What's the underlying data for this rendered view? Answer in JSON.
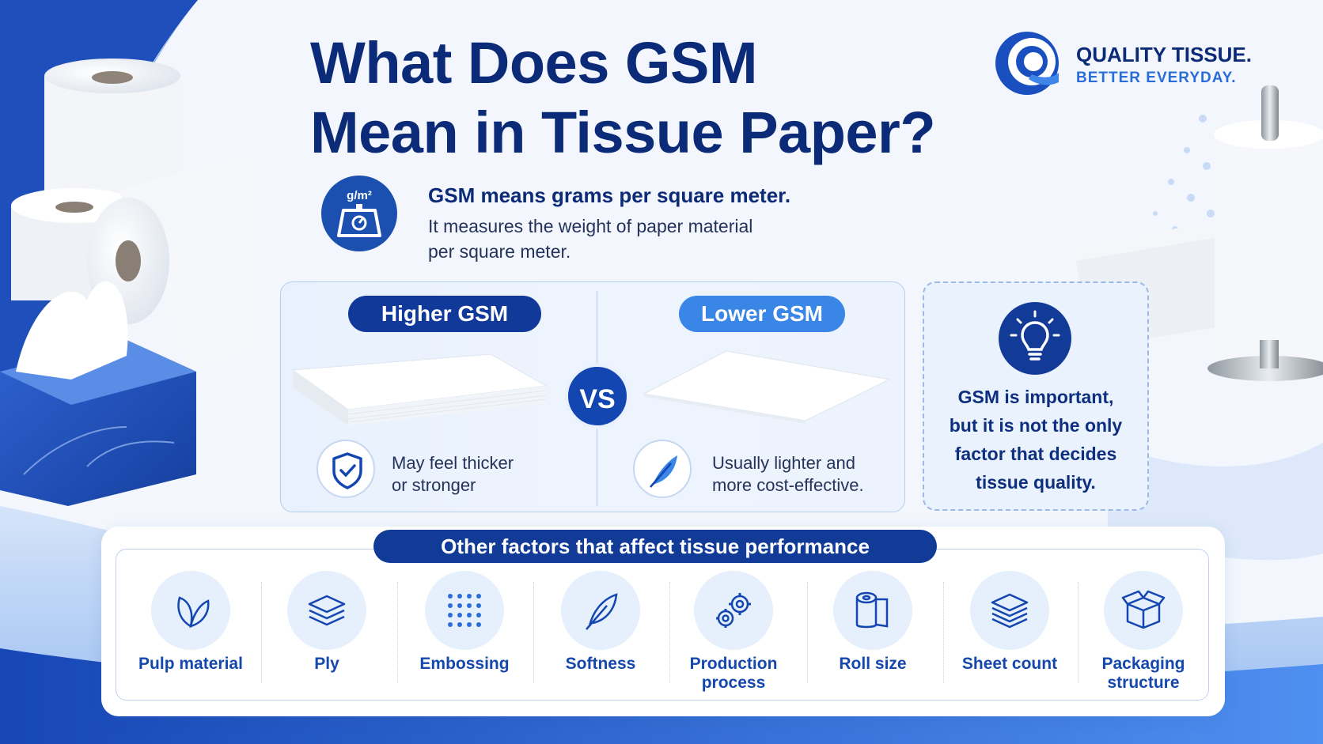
{
  "title": {
    "line1": "What Does GSM",
    "line2": "Mean in Tissue Paper?"
  },
  "brand": {
    "line1": "QUALITY TISSUE.",
    "line2": "BETTER EVERYDAY.",
    "icon": "q-logo-icon"
  },
  "definition": {
    "icon_label": "g/m²",
    "icon": "scale-icon",
    "heading": "GSM  means grams per square meter.",
    "line1": "It measures the weight of paper material",
    "line2": "per square meter."
  },
  "comparison": {
    "higher": {
      "label": "Higher GSM",
      "line1": "May feel thicker",
      "line2": "or stronger",
      "icon": "shield-check-icon"
    },
    "vs": "VS",
    "lower": {
      "label": "Lower GSM",
      "line1": "Usually lighter and",
      "line2": "more cost-effective.",
      "icon": "feather-icon"
    }
  },
  "note": {
    "icon": "lightbulb-icon",
    "lines": [
      "GSM is important,",
      "but it is not the only",
      "factor that decides",
      "tissue quality."
    ]
  },
  "factors": {
    "title": "Other factors that affect tissue performance",
    "items": [
      {
        "label_1": "Pulp material",
        "label_2": "",
        "icon": "leaves-icon"
      },
      {
        "label_1": "Ply",
        "label_2": "",
        "icon": "layers-icon"
      },
      {
        "label_1": "Embossing",
        "label_2": "",
        "icon": "dots-grid-icon"
      },
      {
        "label_1": "Softness",
        "label_2": "",
        "icon": "feather-icon"
      },
      {
        "label_1": "Production",
        "label_2": "process",
        "icon": "gears-icon"
      },
      {
        "label_1": "Roll size",
        "label_2": "",
        "icon": "roll-icon"
      },
      {
        "label_1": "Sheet count",
        "label_2": "",
        "icon": "stack-icon"
      },
      {
        "label_1": "Packaging",
        "label_2": "structure",
        "icon": "box-icon"
      }
    ]
  },
  "colors": {
    "navy": "#0b2a78",
    "royal": "#123b97",
    "accent": "#3a86e6",
    "background": "#f3f7fd"
  }
}
